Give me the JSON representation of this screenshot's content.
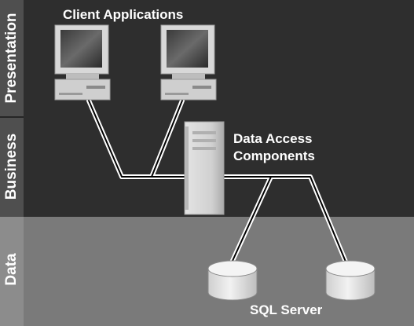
{
  "tiers": [
    {
      "label": "Presentation"
    },
    {
      "label": "Business"
    },
    {
      "label": "Data"
    }
  ],
  "labels": {
    "client_applications": "Client Applications",
    "data_access_line1": "Data Access",
    "data_access_line2": "Components",
    "sql_server": "SQL Server"
  },
  "colors": {
    "upper_background": "#2e2e2e",
    "data_background": "#7a7a7a",
    "tier_strip": "#4f4f4f",
    "data_strip": "#8c8c8c",
    "text": "#ffffff",
    "connectors": "#000000"
  },
  "icons": {
    "client": "desktop-computer-icon",
    "server": "server-tower-icon",
    "database": "database-cylinder-icon"
  }
}
